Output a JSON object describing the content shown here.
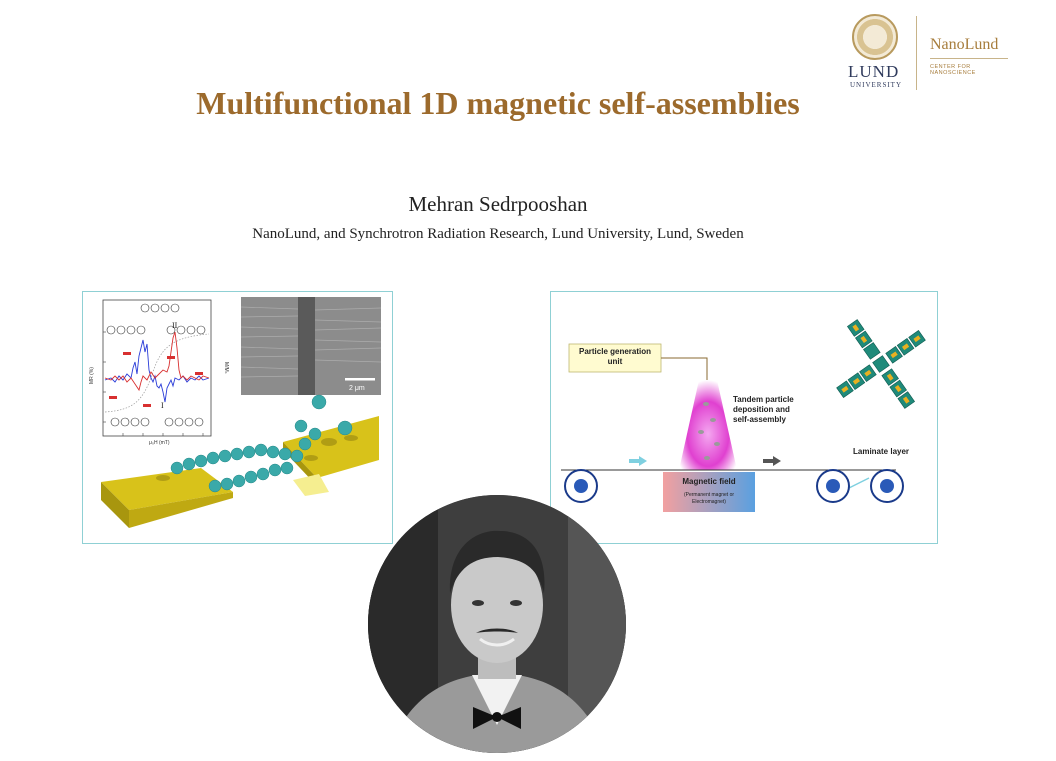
{
  "logo": {
    "university": "LUND",
    "university_sub": "UNIVERSITY",
    "center": "NanoLund",
    "center_sub": "CENTER FOR NANOSCIENCE"
  },
  "title": "Multifunctional 1D magnetic self-assemblies",
  "author": "Mehran Sedrpooshan",
  "affiliation": "NanoLund, and Synchrotron Radiation Research, Lund University, Lund, Sweden",
  "figure_left": {
    "plot_label_II": "II",
    "plot_label_I": "I",
    "plot_xlabel": "μ₀H (mT)",
    "plot_ylabel": "MR (%)",
    "plot_ylabel_right": "M/Mₛ",
    "scale_bar": "2 μm"
  },
  "figure_right": {
    "particle_box": "Particle generation unit",
    "tandem_label": "Tandem particle deposition and self-assembly",
    "magnetic_field": "Magnetic field",
    "magnetic_field_sub": "(Permanent magnet or Electromagnet)",
    "laminate": "Laminate layer"
  },
  "colors": {
    "title": "#9c6a2c",
    "panel_border": "#8fd0d4",
    "particle": "#3aa9a9",
    "substrate": "#d8c21a"
  }
}
